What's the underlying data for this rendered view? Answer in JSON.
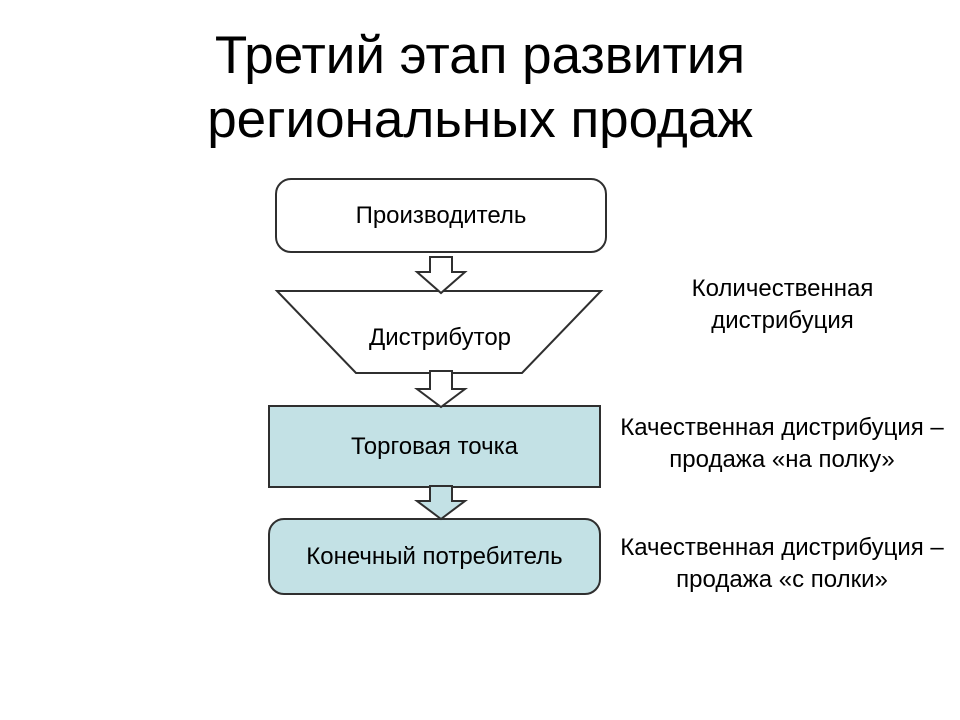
{
  "slide_title": {
    "line1": "Третий этап развития",
    "line2": "региональных продаж"
  },
  "flowchart": {
    "nodes": [
      {
        "id": "manufacturer",
        "label": "Производитель"
      },
      {
        "id": "distributor",
        "label": "Дистрибутор"
      },
      {
        "id": "retail-outlet",
        "label": "Торговая точка"
      },
      {
        "id": "end-consumer",
        "label": "Конечный потребитель"
      }
    ]
  },
  "annotations": [
    {
      "line1": "Количественная",
      "line2": "дистрибуция"
    },
    {
      "line1": "Качественная дистрибуция –",
      "line2": "продажа «на полку»"
    },
    {
      "line1": "Качественная дистрибуция –",
      "line2": "продажа «с полки»"
    }
  ],
  "colors": {
    "highlight_fill": "#c3e1e5",
    "plain_fill": "#ffffff",
    "outline": "#2f2f2f",
    "text": "#000000"
  }
}
